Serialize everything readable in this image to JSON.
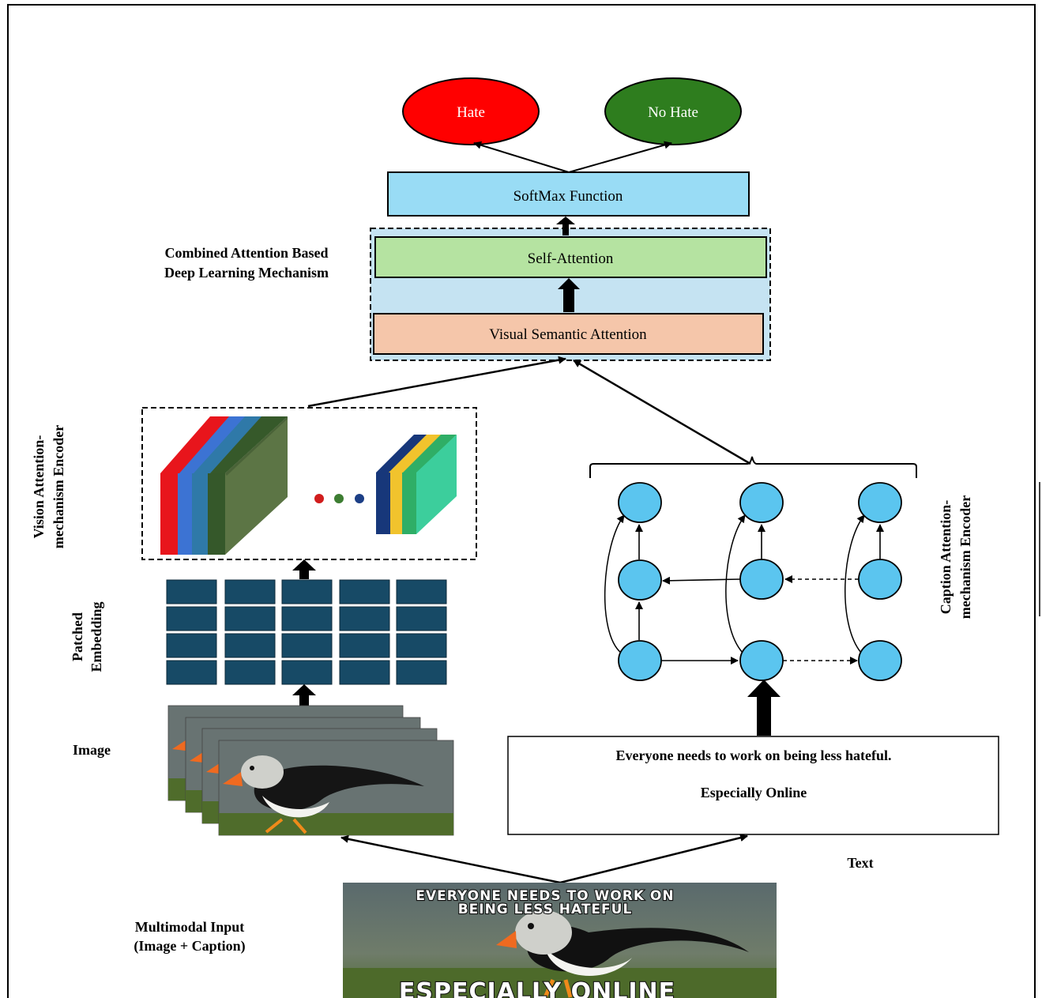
{
  "outputs": {
    "hate": "Hate",
    "no_hate": "No Hate"
  },
  "softmax": "SoftMax Function",
  "self_attention": "Self-Attention",
  "visual_semantic_attention": "Visual Semantic Attention",
  "combined_label": {
    "line1": "Combined Attention Based",
    "line2": "Deep Learning Mechanism"
  },
  "vision_encoder_label": {
    "line1": "Vision Attention-",
    "line2": "mechanism Encoder"
  },
  "patched_embedding_label": {
    "line1": "Patched",
    "line2": "Embedding"
  },
  "caption_encoder_label": {
    "line1": "Caption Attention-",
    "line2": "mechanism Encoder"
  },
  "image_label": "Image",
  "text_label": "Text",
  "caption_box": {
    "line1": "Everyone needs to work on being less hateful.",
    "line2": "Especially Online"
  },
  "input_label": {
    "line1": "Multimodal Input",
    "line2": "(Image + Caption)"
  },
  "meme": {
    "top_line1": "EVERYONE NEEDS TO WORK ON",
    "top_line2": "BEING LESS HATEFUL",
    "bottom": "ESPECIALLY ONLINE"
  },
  "colors": {
    "hate": "#ff0000",
    "no_hate": "#2e7d1e",
    "softmax": "#99dcf5",
    "self_attention": "#b5e3a1",
    "visual_semantic": "#f5c6aa",
    "combined_bg": "#c5e3f2",
    "patch": "#174a66",
    "node": "#5bc5ef"
  }
}
